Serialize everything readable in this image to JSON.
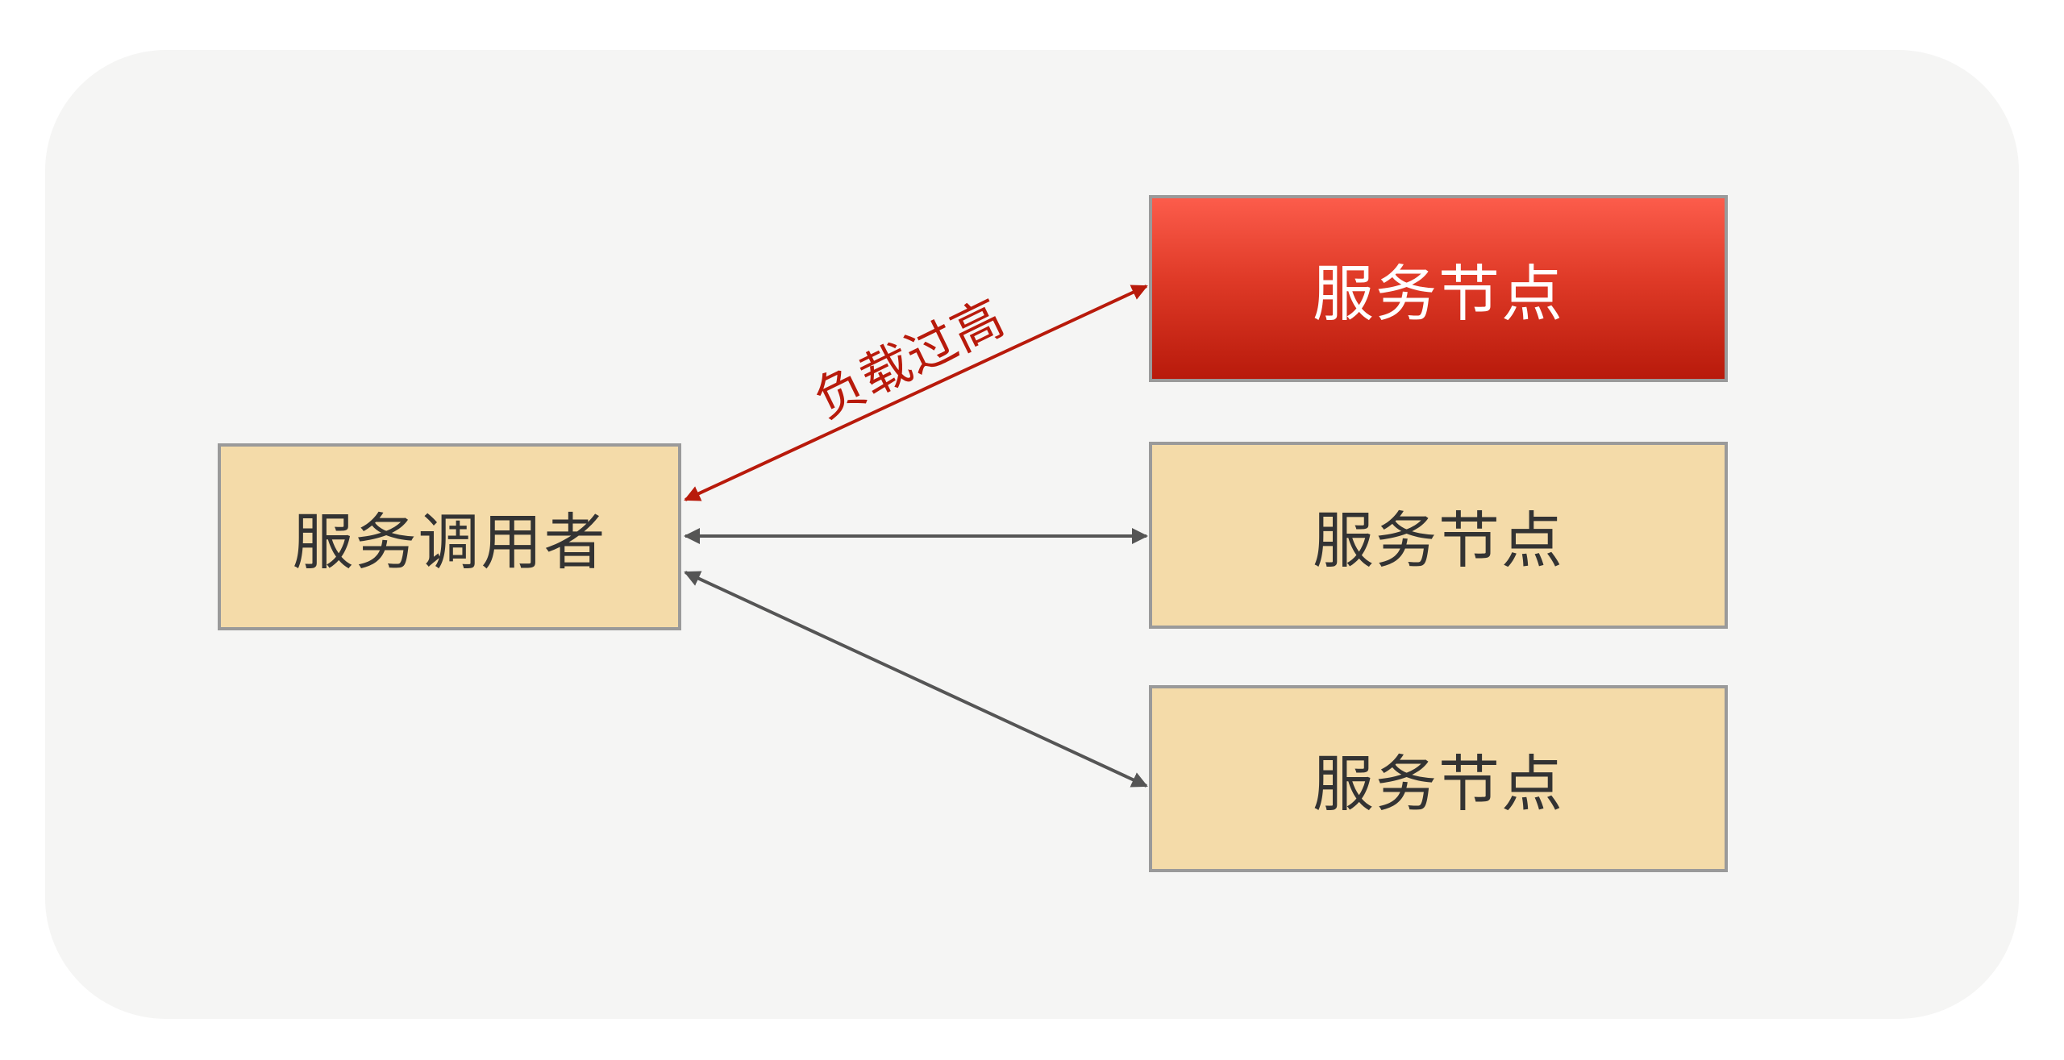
{
  "caller": {
    "label": "服务调用者"
  },
  "nodes": [
    {
      "label": "服务节点",
      "state": "overloaded"
    },
    {
      "label": "服务节点",
      "state": "normal"
    },
    {
      "label": "服务节点",
      "state": "normal"
    }
  ],
  "edges": [
    {
      "from": "服务调用者",
      "to": "服务节点 1",
      "label": "负载过高",
      "color": "#b81a0b"
    },
    {
      "from": "服务调用者",
      "to": "服务节点 2",
      "color": "#555555"
    },
    {
      "from": "服务调用者",
      "to": "服务节点 3",
      "color": "#555555"
    }
  ],
  "colors": {
    "node_fill": "#f4dba9",
    "overloaded_top": "#fc5c4b",
    "overloaded_bottom": "#b81a0b",
    "border": "#9a9a9a",
    "panel": "#f5f5f4"
  }
}
